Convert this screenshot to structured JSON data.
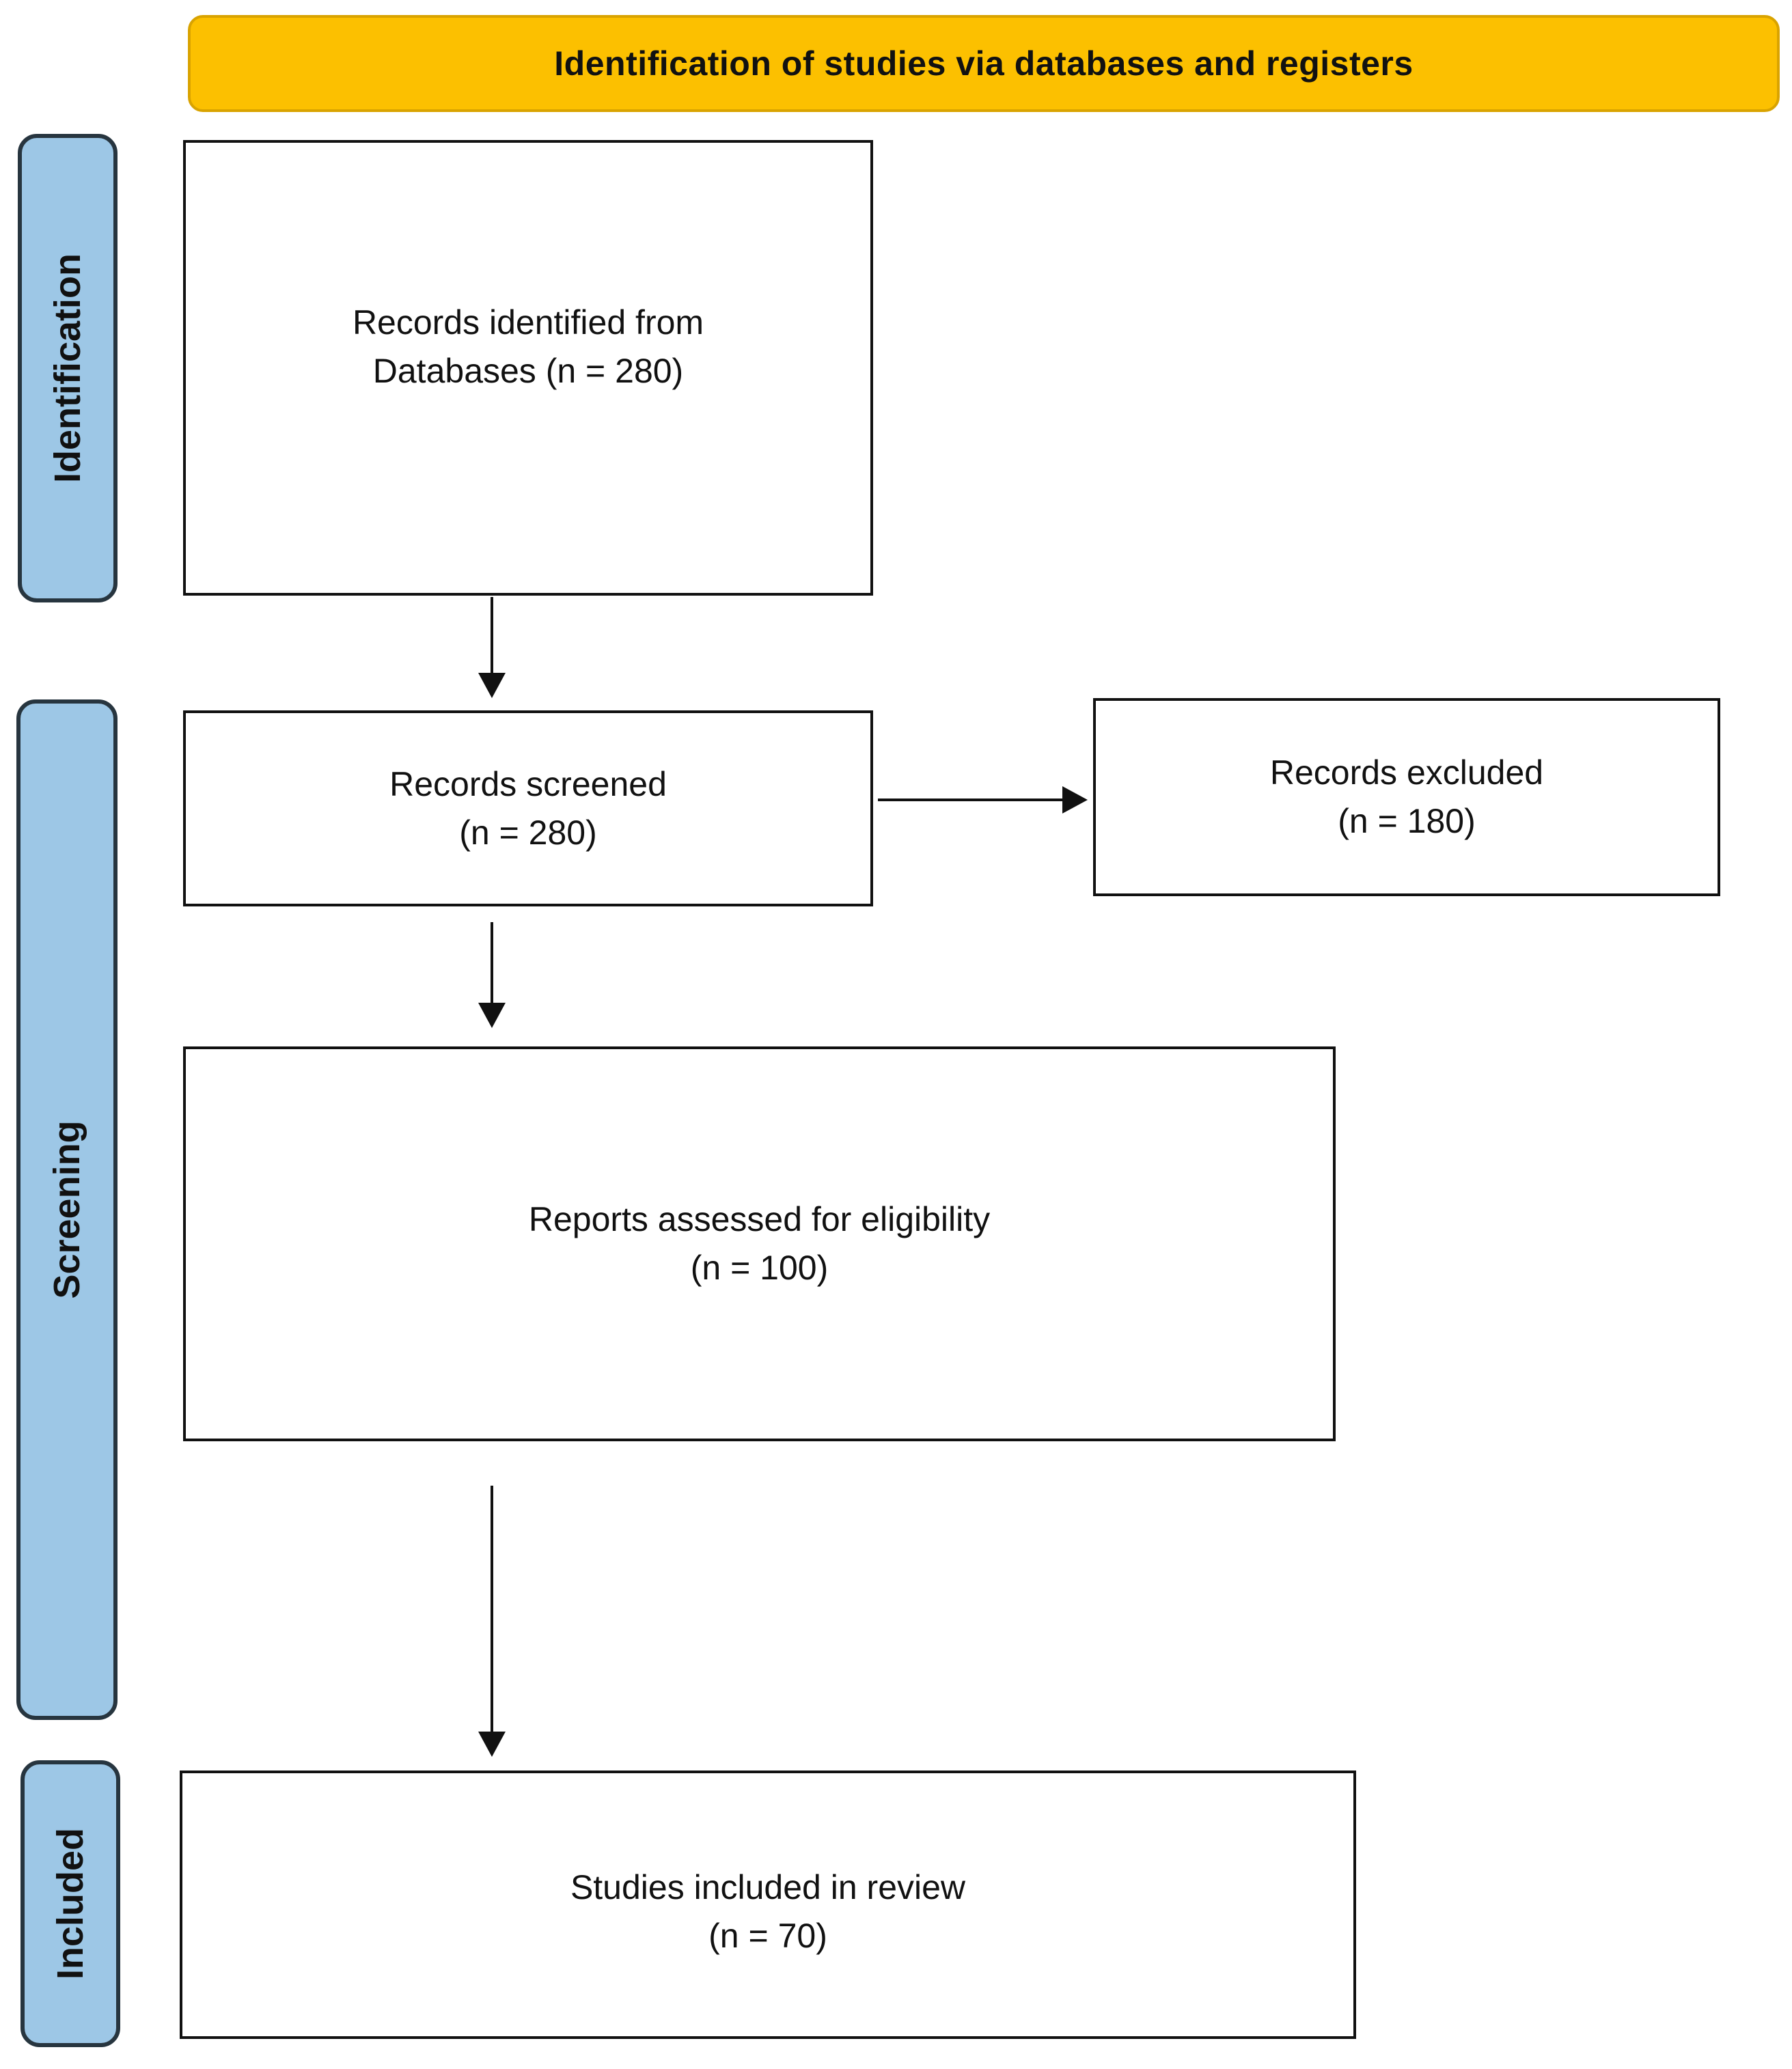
{
  "header": {
    "title": "Identification of studies via databases and registers",
    "fill_color": "#fcc000"
  },
  "phases": {
    "fill_color": "#9dc7e6",
    "identification": "Identification",
    "screening": "Screening",
    "included": "Included"
  },
  "boxes": {
    "records_identified": {
      "line1": "Records identified from",
      "line2": "Databases (n = 280)"
    },
    "records_screened": {
      "line1": "Records screened",
      "line2": "(n = 280)"
    },
    "records_excluded": {
      "line1": "Records excluded",
      "line2": "(n = 180)"
    },
    "reports_assessed": {
      "line1": "Reports assessed for eligibility",
      "line2": "(n = 100)"
    },
    "studies_included": {
      "line1": "Studies included in review",
      "line2": "(n = 70)"
    }
  }
}
